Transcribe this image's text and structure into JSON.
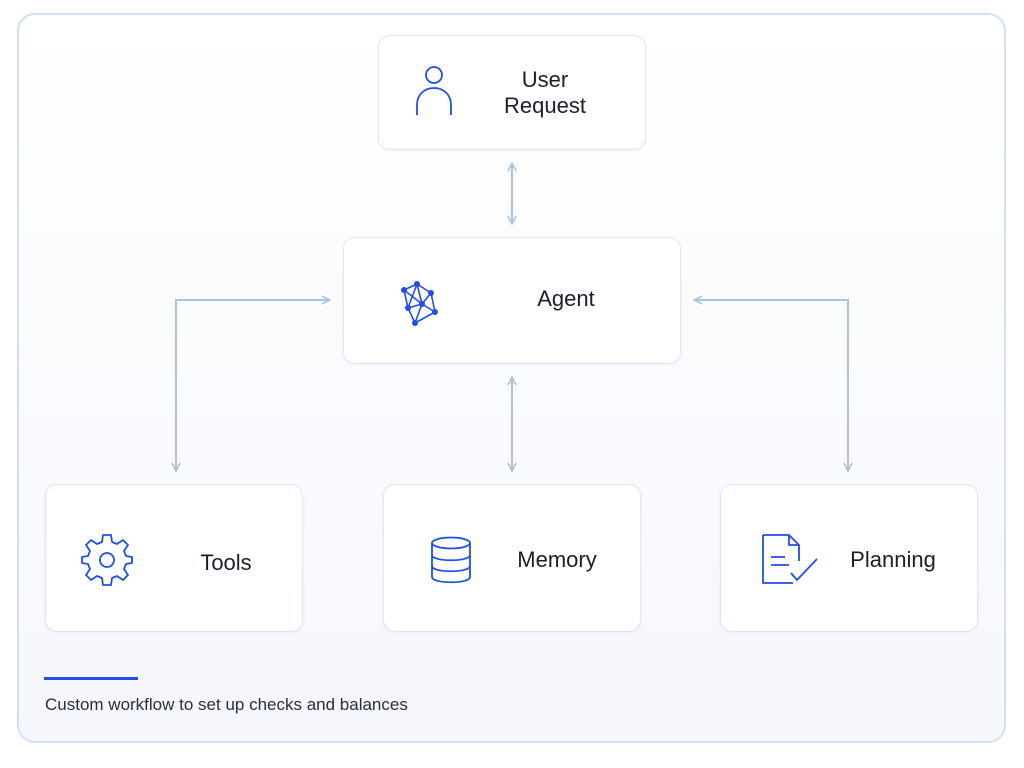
{
  "nodes": {
    "user_request": {
      "label_line1": "User",
      "label_line2": "Request",
      "icon": "user-icon"
    },
    "agent": {
      "label": "Agent",
      "icon": "neural-network-icon"
    },
    "tools": {
      "label": "Tools",
      "icon": "gear-icon"
    },
    "memory": {
      "label": "Memory",
      "icon": "database-icon"
    },
    "planning": {
      "label": "Planning",
      "icon": "checklist-document-icon"
    }
  },
  "caption": "Custom workflow to set up checks and balances",
  "colors": {
    "icon": "#1f4fe6",
    "arrow": "#a9c3e6",
    "border": "#cfe0f7",
    "accent": "#1f4fe6",
    "text": "#1a1f2e"
  }
}
